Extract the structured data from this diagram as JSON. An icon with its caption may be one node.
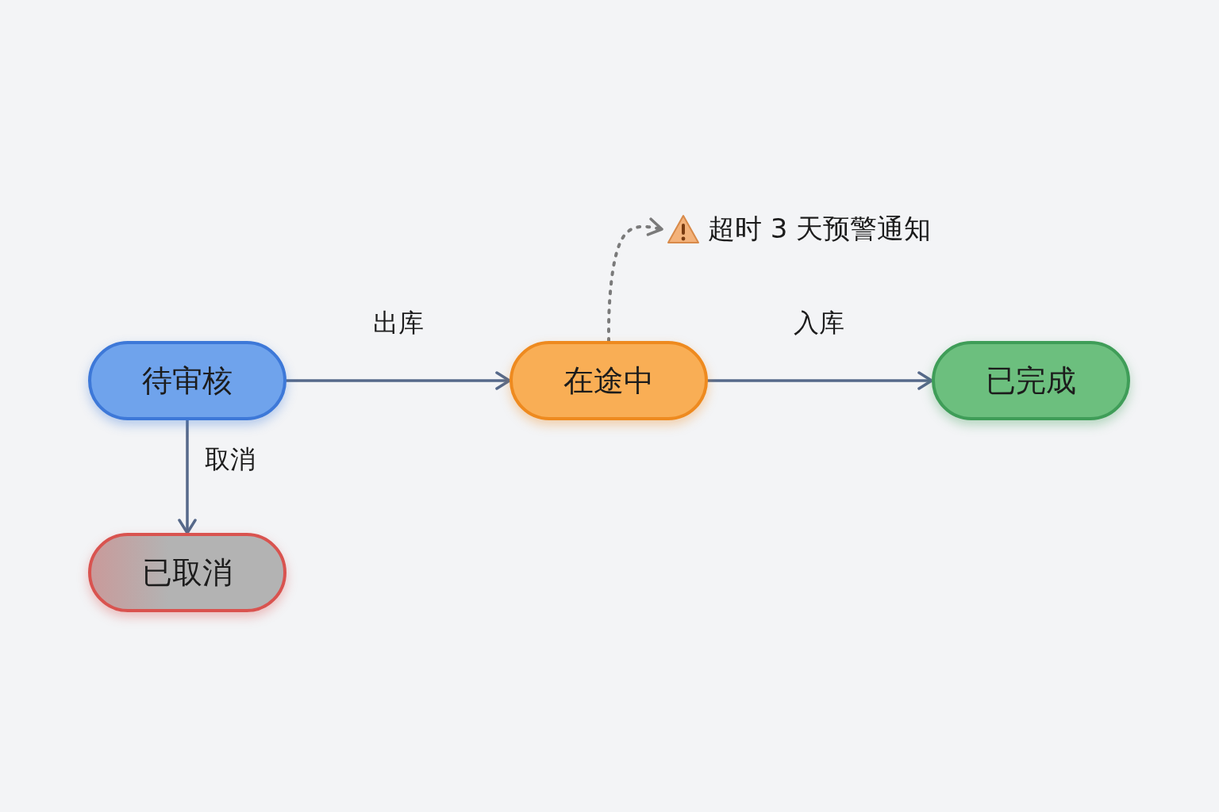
{
  "diagram": {
    "nodes": [
      {
        "text": [
          "待审核"
        ]
      },
      {
        "text": [
          "在途中"
        ]
      },
      {
        "text": [
          "已完成"
        ]
      },
      {
        "text": [
          "已取消"
        ]
      },
      {
        "text": [
          "超时 3 天预警通知"
        ]
      }
    ],
    "edges": [
      {
        "from": 0,
        "to": 1,
        "arrow": "to",
        "label": "出库"
      },
      {
        "from": 1,
        "to": 2,
        "arrow": "to",
        "label": "入库"
      },
      {
        "from": 0,
        "to": 3,
        "arrow": "to",
        "label": "取消"
      },
      {
        "from": 1,
        "to": 4,
        "arrow": "to",
        "style": "dashed",
        "color": "#7a7a7a"
      }
    ]
  }
}
